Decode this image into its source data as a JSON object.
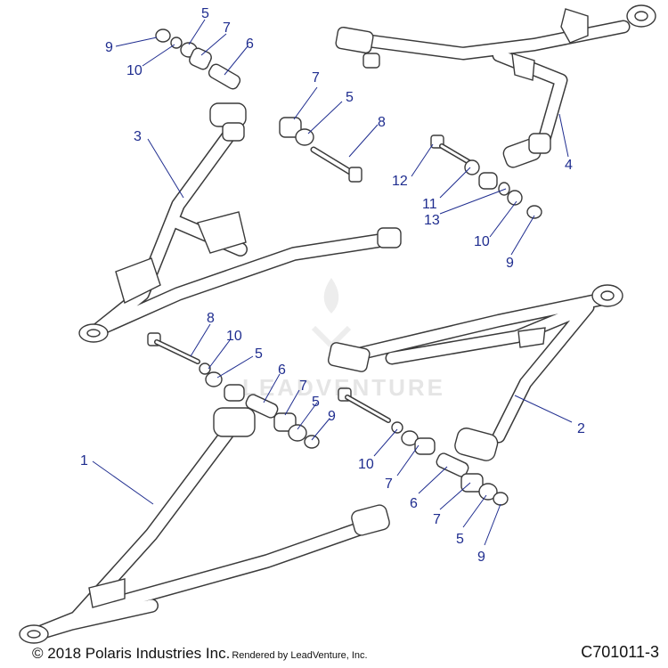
{
  "diagram": {
    "callouts": {
      "c1": "1",
      "c2": "2",
      "c3": "3",
      "c4": "4",
      "c5a": "5",
      "c5b": "5",
      "c5c": "5",
      "c5d": "5",
      "c5e": "5",
      "c6a": "6",
      "c6b": "6",
      "c6c": "6",
      "c7a": "7",
      "c7b": "7",
      "c7c": "7",
      "c7d": "7",
      "c7e": "7",
      "c8a": "8",
      "c8b": "8",
      "c9a": "9",
      "c9b": "9",
      "c9c": "9",
      "c9d": "9",
      "c10a": "10",
      "c10b": "10",
      "c10c": "10",
      "c10d": "10",
      "c11": "11",
      "c12": "12",
      "c13": "13"
    },
    "watermark": "LEADVENTURE"
  },
  "footer": {
    "copyright": "© 2018 Polaris Industries Inc.",
    "rendered_by": "Rendered by LeadVenture, Inc.",
    "code": "C701011-3"
  },
  "colors": {
    "line": "#3a3a3a",
    "callout": "#1f2d8f",
    "watermark": "#e3e3e3"
  }
}
